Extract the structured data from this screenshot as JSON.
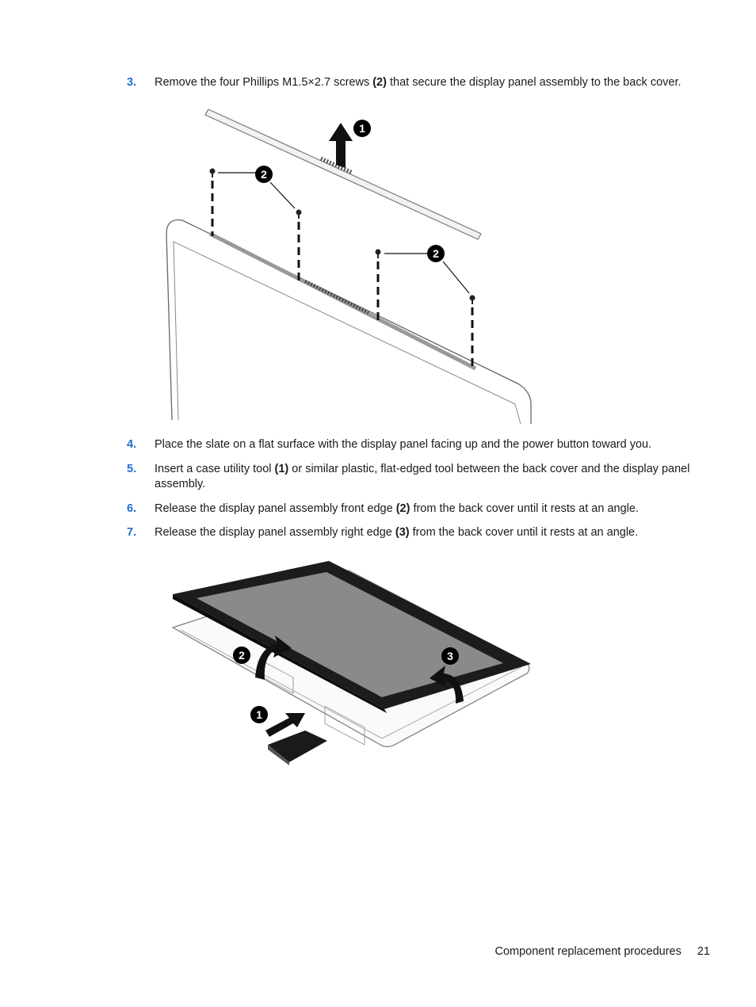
{
  "steps": [
    {
      "number": "3.",
      "pre": "Remove the four Phillips M1.5×2.7 screws ",
      "bold": "(2)",
      "post": " that secure the display panel assembly to the back cover."
    },
    {
      "number": "4.",
      "pre": "Place the slate on a flat surface with the display panel facing up and the power button toward you.",
      "bold": "",
      "post": ""
    },
    {
      "number": "5.",
      "pre": "Insert a case utility tool ",
      "bold": "(1)",
      "post": " or similar plastic, flat-edged tool between the back cover and the display panel assembly."
    },
    {
      "number": "6.",
      "pre": "Release the display panel assembly front edge ",
      "bold": "(2)",
      "post": " from the back cover until it rests at an angle."
    },
    {
      "number": "7.",
      "pre": "Release the display panel assembly right edge ",
      "bold": "(3)",
      "post": " from the back cover until it rests at an angle."
    }
  ],
  "figure1": {
    "callouts": [
      "1",
      "2",
      "2"
    ]
  },
  "figure2": {
    "callouts": [
      "1",
      "2",
      "3"
    ]
  },
  "footer": {
    "section": "Component replacement procedures",
    "page": "21"
  },
  "colors": {
    "step_number": "#1f6fd1",
    "text": "#1a1a1a",
    "callout": "#000000"
  }
}
